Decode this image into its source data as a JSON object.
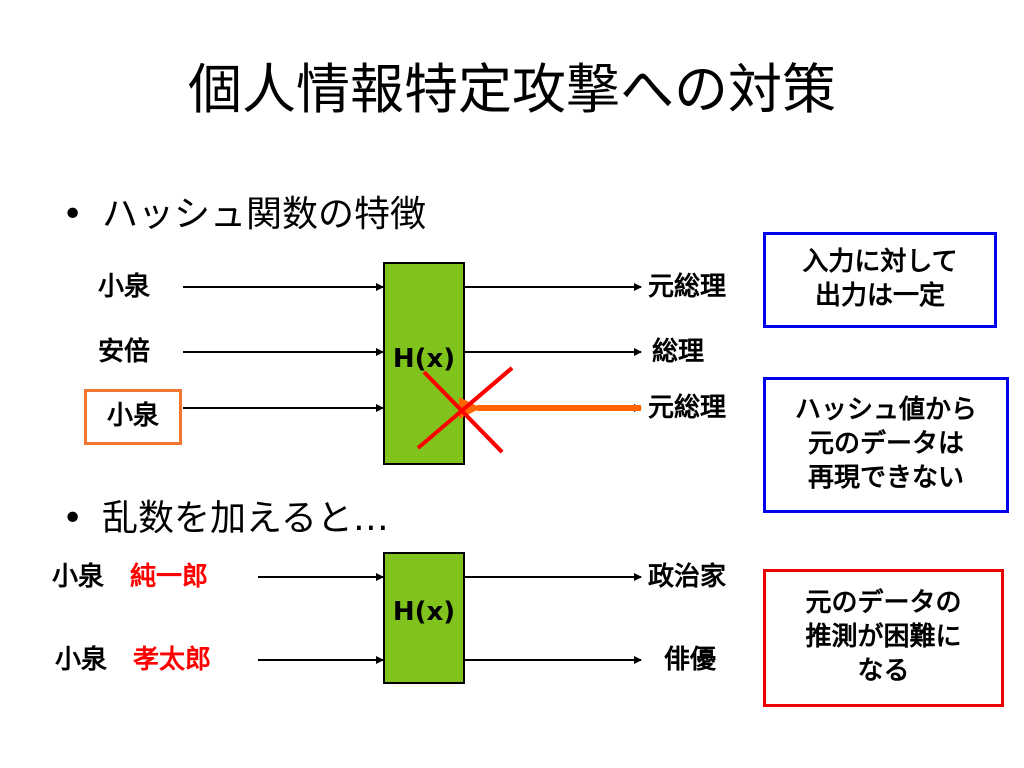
{
  "title": "個人情報特定攻撃への対策",
  "bullets": [
    {
      "marker": "•",
      "text": "ハッシュ関数の特徴"
    },
    {
      "marker": "•",
      "text": "乱数を加えると…"
    }
  ],
  "diagram1": {
    "inputs": [
      "小泉",
      "安倍",
      "小泉"
    ],
    "function_label": "H(x)",
    "outputs": [
      "元総理",
      "総理",
      "元総理"
    ],
    "note_top": [
      "入力に対して",
      "出力は一定"
    ],
    "note_bottom": [
      "ハッシュ値から",
      "元のデータは",
      "再現できない"
    ]
  },
  "diagram2": {
    "inputs": [
      {
        "surname": "小泉",
        "random": "純一郎"
      },
      {
        "surname": "小泉",
        "random": "孝太郎"
      }
    ],
    "function_label": "H(x)",
    "outputs": [
      "政治家",
      "俳優"
    ],
    "note": [
      "元のデータの",
      "推測が困難に",
      "なる"
    ]
  },
  "colors": {
    "hash_box": "#80c31c",
    "note_blue": "#0000ee",
    "note_red": "#ee0000",
    "highlight_orange": "#f07830",
    "reverse_arrow": "#ff6600",
    "cross": "#ff0000",
    "random_text": "#ff0000"
  }
}
